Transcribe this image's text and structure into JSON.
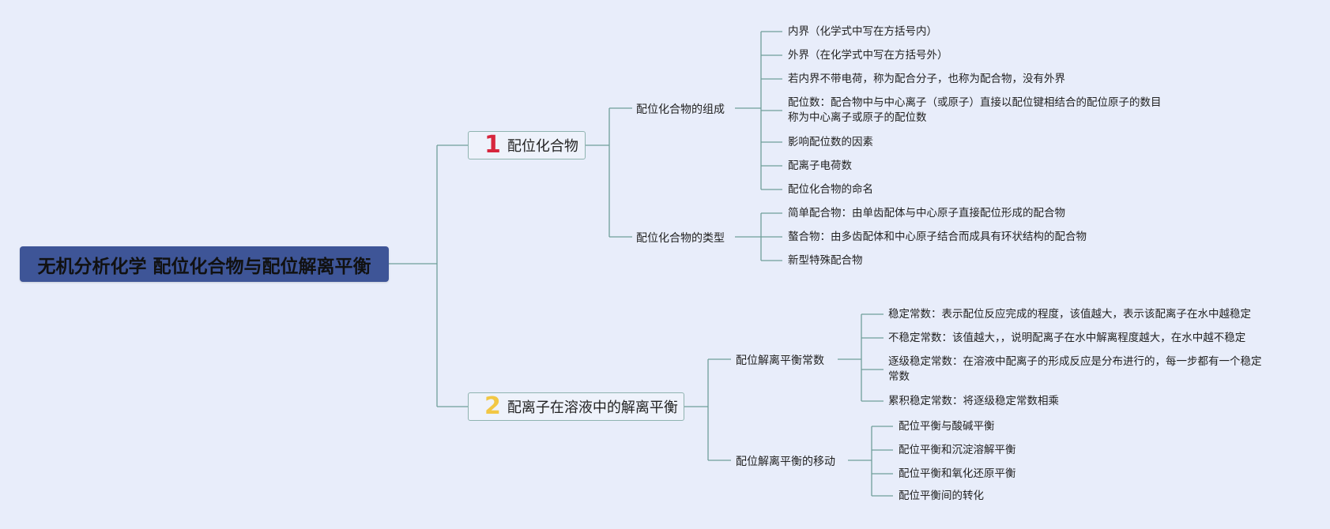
{
  "root": {
    "title": "无机分析化学 配位化合物与配位解离平衡"
  },
  "branches": [
    {
      "number": "1",
      "number_color": "#d7263d",
      "title": "配位化合物",
      "children": [
        {
          "title": "配位化合物的组成",
          "items": [
            "内界（化学式中写在方括号内）",
            "外界（在化学式中写在方括号外）",
            "若内界不带电荷，称为配合分子，也称为配合物，没有外界",
            "配位数：配合物中与中心离子（或原子）直接以配位键相结合的配位原子的数目\n称为中心离子或原子的配位数",
            "影响配位数的因素",
            "配离子电荷数",
            "配位化合物的命名"
          ]
        },
        {
          "title": "配位化合物的类型",
          "items": [
            "简单配合物：由单齿配体与中心原子直接配位形成的配合物",
            "螯合物：由多齿配体和中心原子结合而成具有环状结构的配合物",
            "新型特殊配合物"
          ]
        }
      ]
    },
    {
      "number": "2",
      "number_color": "#f2c744",
      "title": "配离子在溶液中的解离平衡",
      "children": [
        {
          "title": "配位解离平衡常数",
          "items": [
            "稳定常数：表示配位反应完成的程度，该值越大，表示该配离子在水中越稳定",
            "不稳定常数：该值越大，，说明配离子在水中解离程度越大，在水中越不稳定",
            "逐级稳定常数：在溶液中配离子的形成反应是分布进行的，每一步都有一个稳定\n常数",
            "累积稳定常数：将逐级稳定常数相乘"
          ]
        },
        {
          "title": "配位解离平衡的移动",
          "items": [
            "配位平衡与酸碱平衡",
            "配位平衡和沉淀溶解平衡",
            "配位平衡和氧化还原平衡",
            "配位平衡间的转化"
          ]
        }
      ]
    }
  ]
}
